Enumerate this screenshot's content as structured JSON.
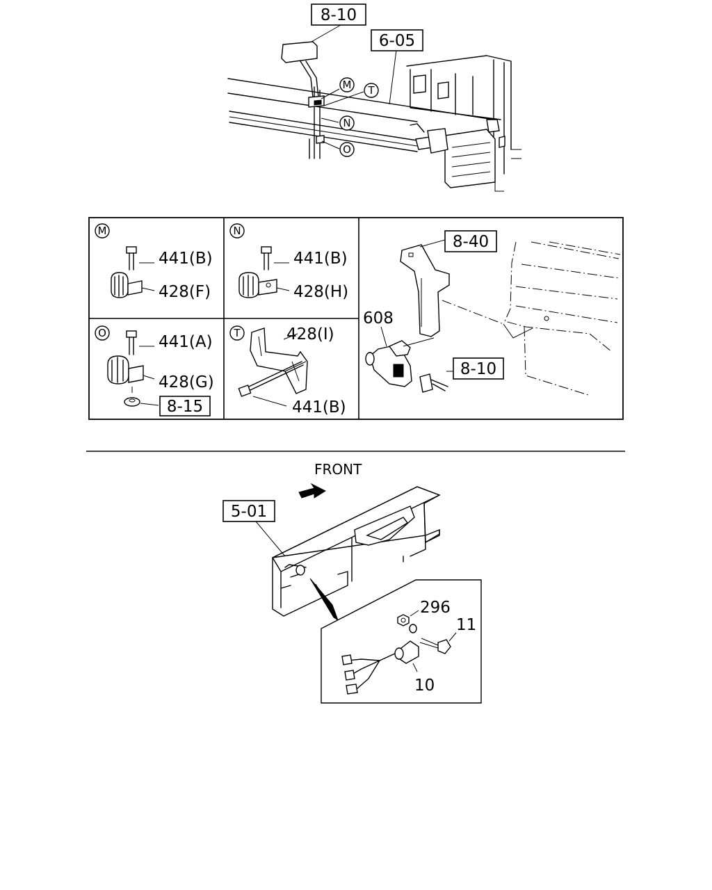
{
  "top_view": {
    "refs": {
      "r810": "8-10",
      "r605": "6-05"
    },
    "callouts": {
      "M": "M",
      "T": "T",
      "N": "N",
      "O": "O"
    }
  },
  "detail_table": {
    "m": {
      "letter": "M",
      "bolt": "441(B)",
      "clip": "428(F)"
    },
    "n": {
      "letter": "N",
      "bolt": "441(B)",
      "clip": "428(H)"
    },
    "o": {
      "letter": "O",
      "bolt": "441(A)",
      "clip": "428(G)",
      "ref": "8-15"
    },
    "t": {
      "letter": "T",
      "bracket": "428(I)",
      "bolt": "441(B)"
    },
    "right": {
      "ref_bracket": "8-40",
      "part": "608",
      "ref_connector": "8-10"
    }
  },
  "bottom_view": {
    "front": "FRONT",
    "ref_frame": "5-01",
    "parts": {
      "nut": "296",
      "bolt": "11",
      "switch": "10"
    }
  }
}
